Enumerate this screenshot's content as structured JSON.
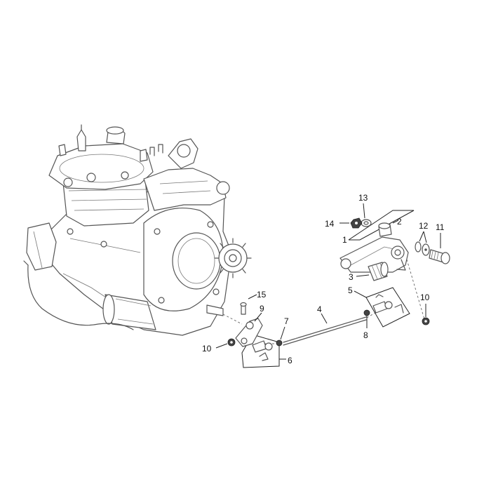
{
  "diagram": {
    "callouts": [
      "1",
      "2",
      "3",
      "4",
      "5",
      "6",
      "7",
      "8",
      "9",
      "10",
      "10",
      "11",
      "12",
      "13",
      "14",
      "15"
    ]
  }
}
